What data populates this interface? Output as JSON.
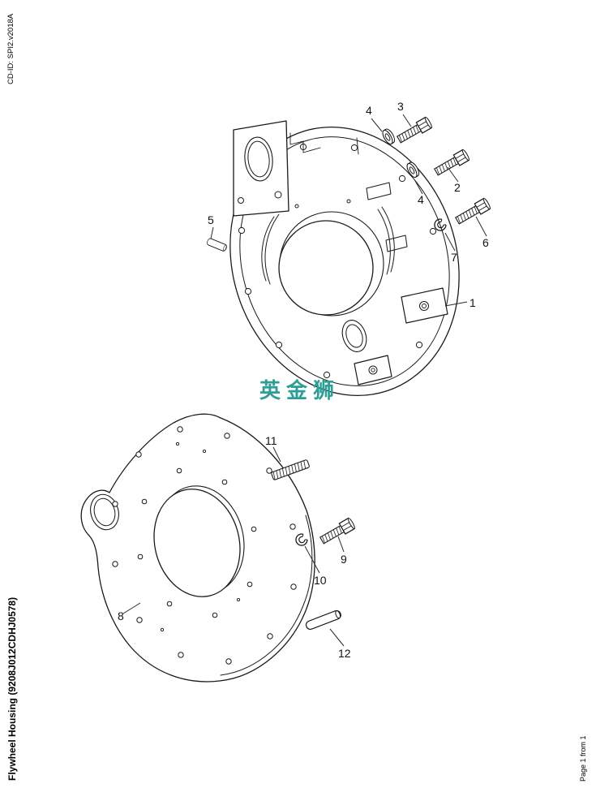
{
  "page": {
    "cd_id_label": "CD-ID: SPI2.v2018A",
    "document_title": "Flywheel Housing (9208J012CDHJ0578)",
    "page_indicator": "Page 1 from 1"
  },
  "watermark": {
    "text": "英金狮",
    "color": "#2d9e94"
  },
  "diagram": {
    "callouts": {
      "c1": "1",
      "c2": "2",
      "c3": "3",
      "c4a": "4",
      "c4b": "4",
      "c5": "5",
      "c6": "6",
      "c7": "7",
      "c8": "8",
      "c9": "9",
      "c10": "10",
      "c11": "11",
      "c12": "12"
    }
  }
}
